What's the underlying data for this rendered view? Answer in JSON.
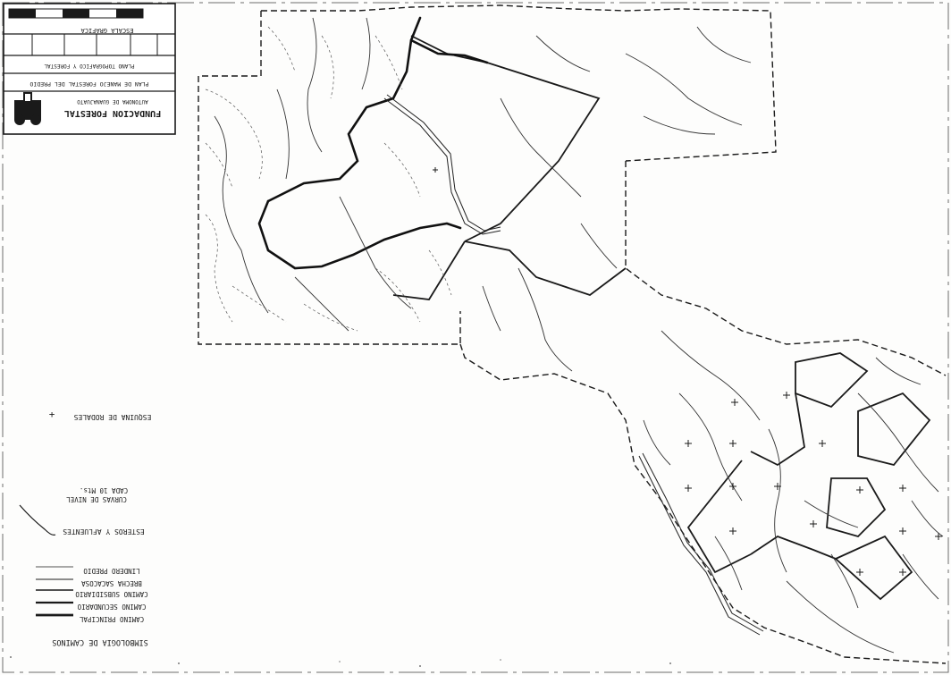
{
  "title_block": {
    "org_name": "FUNDACION FORESTAL",
    "org_subtitle": "AUTONOMA DE GUANAJUATO",
    "project_line": "PLAN DE MANEJO FORESTAL DEL PREDIO",
    "map_name": "PLANO TOPOGRAFICO Y FORESTAL",
    "scale_label": "ESCALA GRAFICA"
  },
  "legend": {
    "title": "SIMBOLOGIA DE CAMINOS",
    "roads": [
      "CAMINO PRINCIPAL",
      "CAMINO SECUNDARIO",
      "CAMINO SUBSIDIARIO",
      "BRECHA SACACOSA",
      "LINDERO PREDIO"
    ],
    "streams": "ESTEROS Y AFLUENTES",
    "contours": "CURVAS DE NIVEL",
    "contour_interval": "CADA 10 Mts.",
    "stand_corner": "ESQUINA DE RODALES",
    "stand_corner_symbol": "+"
  },
  "colors": {
    "ink": "#1a1a1a",
    "paper": "#fdfdfc",
    "faint": "#8a8a8a"
  }
}
